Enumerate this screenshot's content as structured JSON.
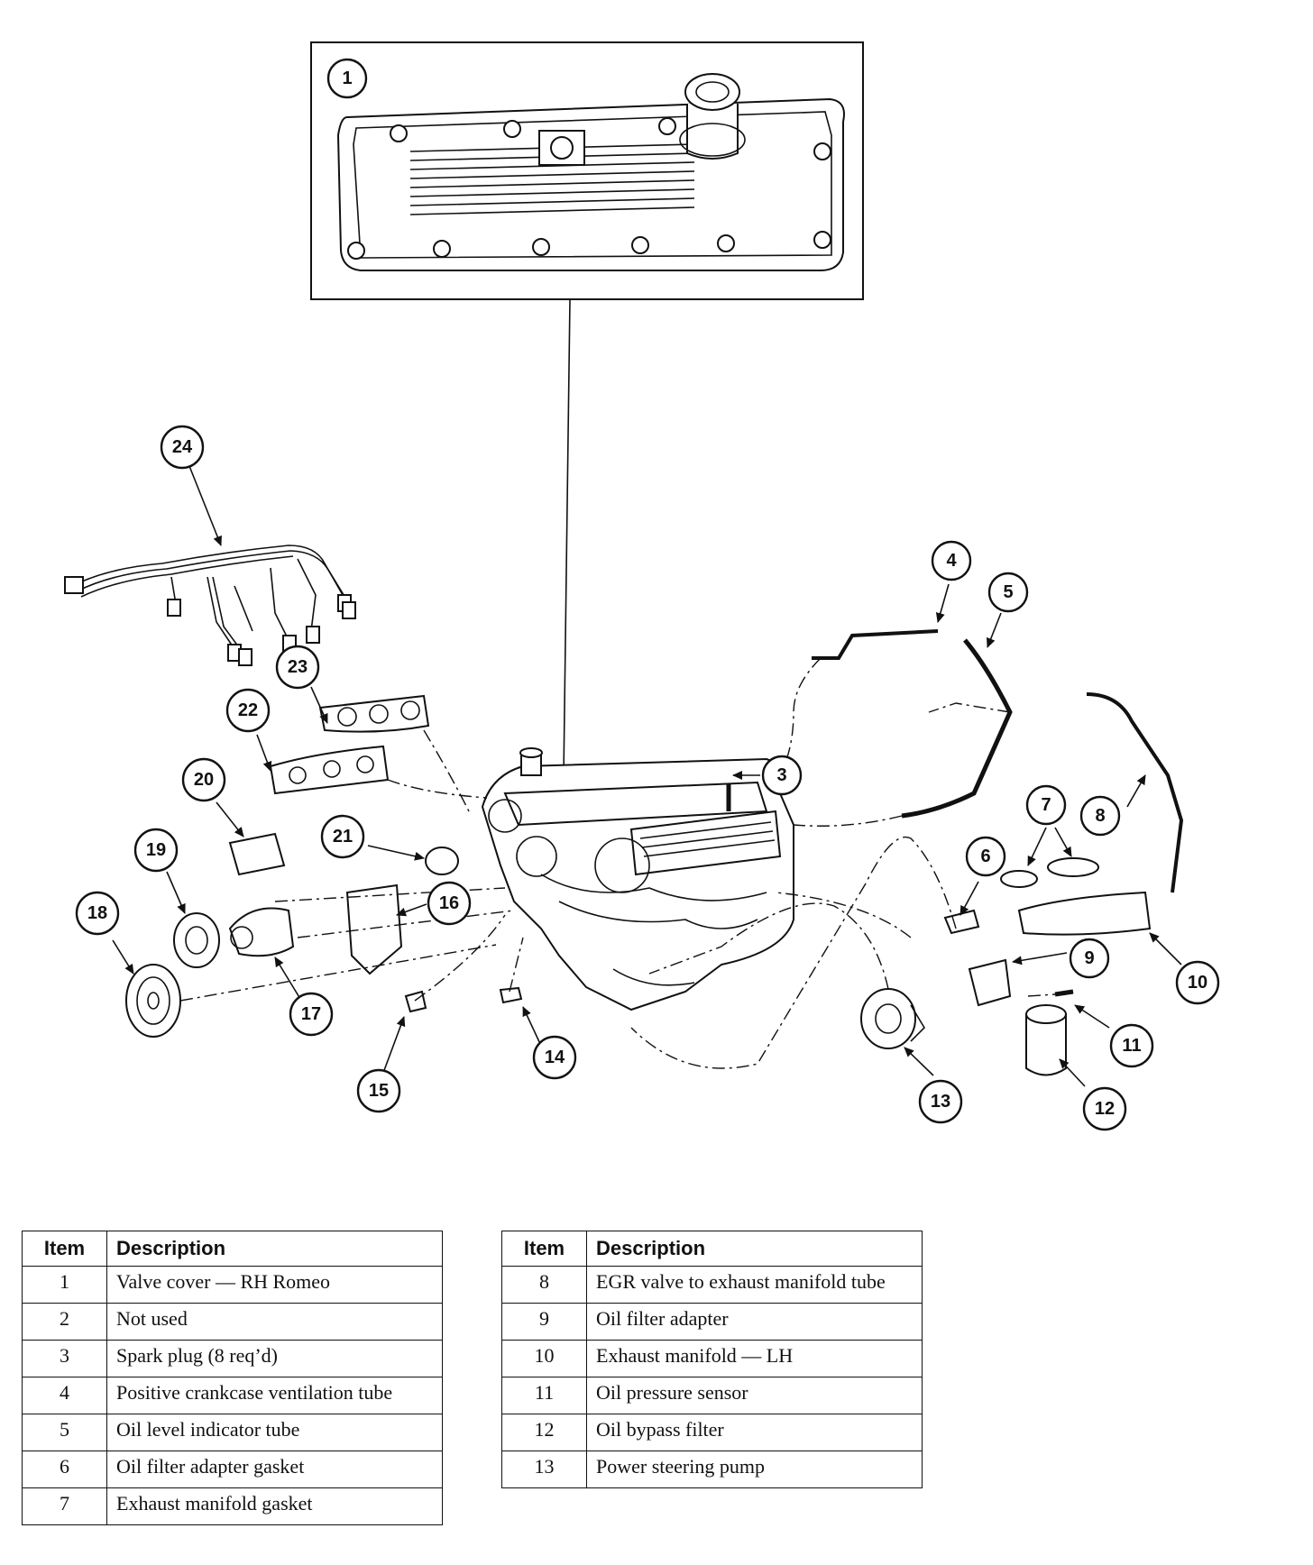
{
  "callouts": [
    "1",
    "3",
    "4",
    "5",
    "6",
    "7",
    "8",
    "9",
    "10",
    "11",
    "12",
    "13",
    "14",
    "15",
    "16",
    "17",
    "18",
    "19",
    "20",
    "21",
    "22",
    "23",
    "24"
  ],
  "legend": {
    "header_item": "Item",
    "header_description": "Description",
    "left_rows": [
      {
        "item": "1",
        "description": "Valve cover — RH Romeo"
      },
      {
        "item": "2",
        "description": "Not used"
      },
      {
        "item": "3",
        "description": "Spark plug (8 req’d)"
      },
      {
        "item": "4",
        "description": "Positive crankcase ventilation tube"
      },
      {
        "item": "5",
        "description": "Oil level indicator tube"
      },
      {
        "item": "6",
        "description": "Oil filter adapter gasket"
      },
      {
        "item": "7",
        "description": "Exhaust manifold gasket"
      }
    ],
    "right_rows": [
      {
        "item": "8",
        "description": "EGR valve to exhaust manifold tube"
      },
      {
        "item": "9",
        "description": "Oil filter adapter"
      },
      {
        "item": "10",
        "description": "Exhaust manifold — LH"
      },
      {
        "item": "11",
        "description": "Oil pressure sensor"
      },
      {
        "item": "12",
        "description": "Oil bypass filter"
      },
      {
        "item": "13",
        "description": "Power steering pump"
      }
    ]
  }
}
